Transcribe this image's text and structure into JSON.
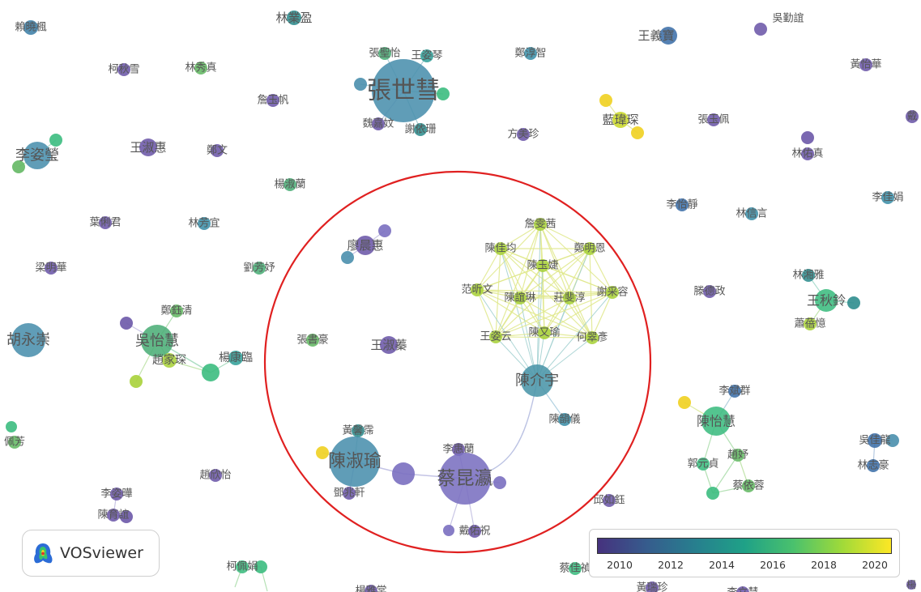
{
  "app": {
    "name": "VOSviewer"
  },
  "network": {
    "nodes": [
      {
        "label": "賴曉楓",
        "color": "#3d7fa7"
      },
      {
        "label": "林業盈",
        "color": "#2f8d8e"
      },
      {
        "label": "吳勤誼",
        "color": "#6c58a8"
      },
      {
        "label": "王義寶",
        "color": "#3d6fa8"
      },
      {
        "label": "柯秋雪",
        "color": "#6c58a8"
      },
      {
        "label": "林秀真",
        "color": "#64b864"
      },
      {
        "label": "張聖怡",
        "color": "#4cae78"
      },
      {
        "label": "王姿琴",
        "color": "#33a09a"
      },
      {
        "label": "鄭淳智",
        "color": "#3d8fa8"
      },
      {
        "label": "黃怡華",
        "color": "#6c58a8"
      },
      {
        "label": "詹玉帆",
        "color": "#6c58a8"
      },
      {
        "label": "張世彗",
        "color": "#4a8fad"
      },
      {
        "label": "藍瑋琛",
        "color": "#c9d82a"
      },
      {
        "label": "張玉佩",
        "color": "#6c58a8"
      },
      {
        "label": "戴",
        "color": "#6c58a8"
      },
      {
        "label": "魏嘉妏",
        "color": "#6c58a8"
      },
      {
        "label": "謝依珊",
        "color": "#2f8d8e"
      },
      {
        "label": "方美珍",
        "color": "#6c58a8"
      },
      {
        "label": "李姿瑩",
        "color": "#4a8fad"
      },
      {
        "label": "王淑惠",
        "color": "#6c58a8"
      },
      {
        "label": "鄭文",
        "color": "#6c58a8"
      },
      {
        "label": "林佑真",
        "color": "#6c58a8"
      },
      {
        "label": "楊淑蘭",
        "color": "#4cae78"
      },
      {
        "label": "葉俐君",
        "color": "#6c58a8"
      },
      {
        "label": "林芳宜",
        "color": "#3d8fa8"
      },
      {
        "label": "李怡靜",
        "color": "#3d6fa8"
      },
      {
        "label": "林信言",
        "color": "#3d8fa8"
      },
      {
        "label": "李佳娟",
        "color": "#3d8fa8"
      },
      {
        "label": "詹雯茜",
        "color": "#a8d23a"
      },
      {
        "label": "陳佳均",
        "color": "#a8d23a"
      },
      {
        "label": "鄭明恩",
        "color": "#a8d23a"
      },
      {
        "label": "陳玉婕",
        "color": "#a8d23a"
      },
      {
        "label": "廖晨惠",
        "color": "#6c58a8"
      },
      {
        "label": "梁明華",
        "color": "#6c58a8"
      },
      {
        "label": "劉芳妤",
        "color": "#4cae78"
      },
      {
        "label": "林湘雅",
        "color": "#2f8d8e"
      },
      {
        "label": "范昕文",
        "color": "#a8d23a"
      },
      {
        "label": "陳誼琳",
        "color": "#a8d23a"
      },
      {
        "label": "莊斐淳",
        "color": "#a8d23a"
      },
      {
        "label": "謝采容",
        "color": "#a8d23a"
      },
      {
        "label": "滕德政",
        "color": "#6c58a8"
      },
      {
        "label": "王秋鈴",
        "color": "#3cbc80"
      },
      {
        "label": "鄭鈺清",
        "color": "#64b864"
      },
      {
        "label": "蕭蓓憶",
        "color": "#a8d23a"
      },
      {
        "label": "胡永崇",
        "color": "#4a8fad"
      },
      {
        "label": "吳怡慧",
        "color": "#4cae78"
      },
      {
        "label": "張書豪",
        "color": "#64b864"
      },
      {
        "label": "王淑蓁",
        "color": "#6c58a8"
      },
      {
        "label": "王姿云",
        "color": "#a8d23a"
      },
      {
        "label": "陳又瑜",
        "color": "#a8d23a"
      },
      {
        "label": "何翠彥",
        "color": "#a8d23a"
      },
      {
        "label": "趙家琛",
        "color": "#a8d23a"
      },
      {
        "label": "楊康臨",
        "color": "#33a09a"
      },
      {
        "label": "陳介宇",
        "color": "#4a95a8"
      },
      {
        "label": "李斌群",
        "color": "#3d6fa8"
      },
      {
        "label": "陳怡慧",
        "color": "#3cbc80"
      },
      {
        "label": "陳韻儀",
        "color": "#3d8fa8"
      },
      {
        "label": "黃馨霈",
        "color": "#2f8d8e"
      },
      {
        "label": "吳佳龍",
        "color": "#3d6fa8"
      },
      {
        "label": "佩芳",
        "color": "#64b864"
      },
      {
        "label": "李惠蘭",
        "color": "#6c58a8"
      },
      {
        "label": "趙妤",
        "color": "#64b864"
      },
      {
        "label": "陳淑瑜",
        "color": "#4a8fad"
      },
      {
        "label": "郭元貞",
        "color": "#3cbc80"
      },
      {
        "label": "林志豪",
        "color": "#3d6fa8"
      },
      {
        "label": "蔡昆瀛",
        "color": "#7a6fc0"
      },
      {
        "label": "趙欣怡",
        "color": "#6c58a8"
      },
      {
        "label": "蔡依蓉",
        "color": "#64b864"
      },
      {
        "label": "李姿曄",
        "color": "#6c58a8"
      },
      {
        "label": "鄧兆軒",
        "color": "#6c58a8"
      },
      {
        "label": "陳育誼",
        "color": "#6c58a8"
      },
      {
        "label": "邱如鈺",
        "color": "#6c58a8"
      },
      {
        "label": "戴佑祝",
        "color": "#6c58a8"
      },
      {
        "label": "柯佩娟",
        "color": "#3cbc80"
      },
      {
        "label": "蔡佳禎",
        "color": "#3cbc80"
      },
      {
        "label": "黃瑞珍",
        "color": "#6c58a8"
      },
      {
        "label": "楊雅棠",
        "color": "#6c58a8"
      },
      {
        "label": "楊",
        "color": "#6c58a8"
      },
      {
        "label": "李立慧",
        "color": "#6c58a8"
      }
    ]
  },
  "legend": {
    "years": [
      "2010",
      "2012",
      "2014",
      "2016",
      "2018",
      "2020"
    ],
    "gradient": [
      "#46327e",
      "#365c8d",
      "#277f8e",
      "#1fa187",
      "#4ac16d",
      "#a0da39",
      "#fde725"
    ]
  },
  "annotation": {
    "color": "#e02020"
  }
}
